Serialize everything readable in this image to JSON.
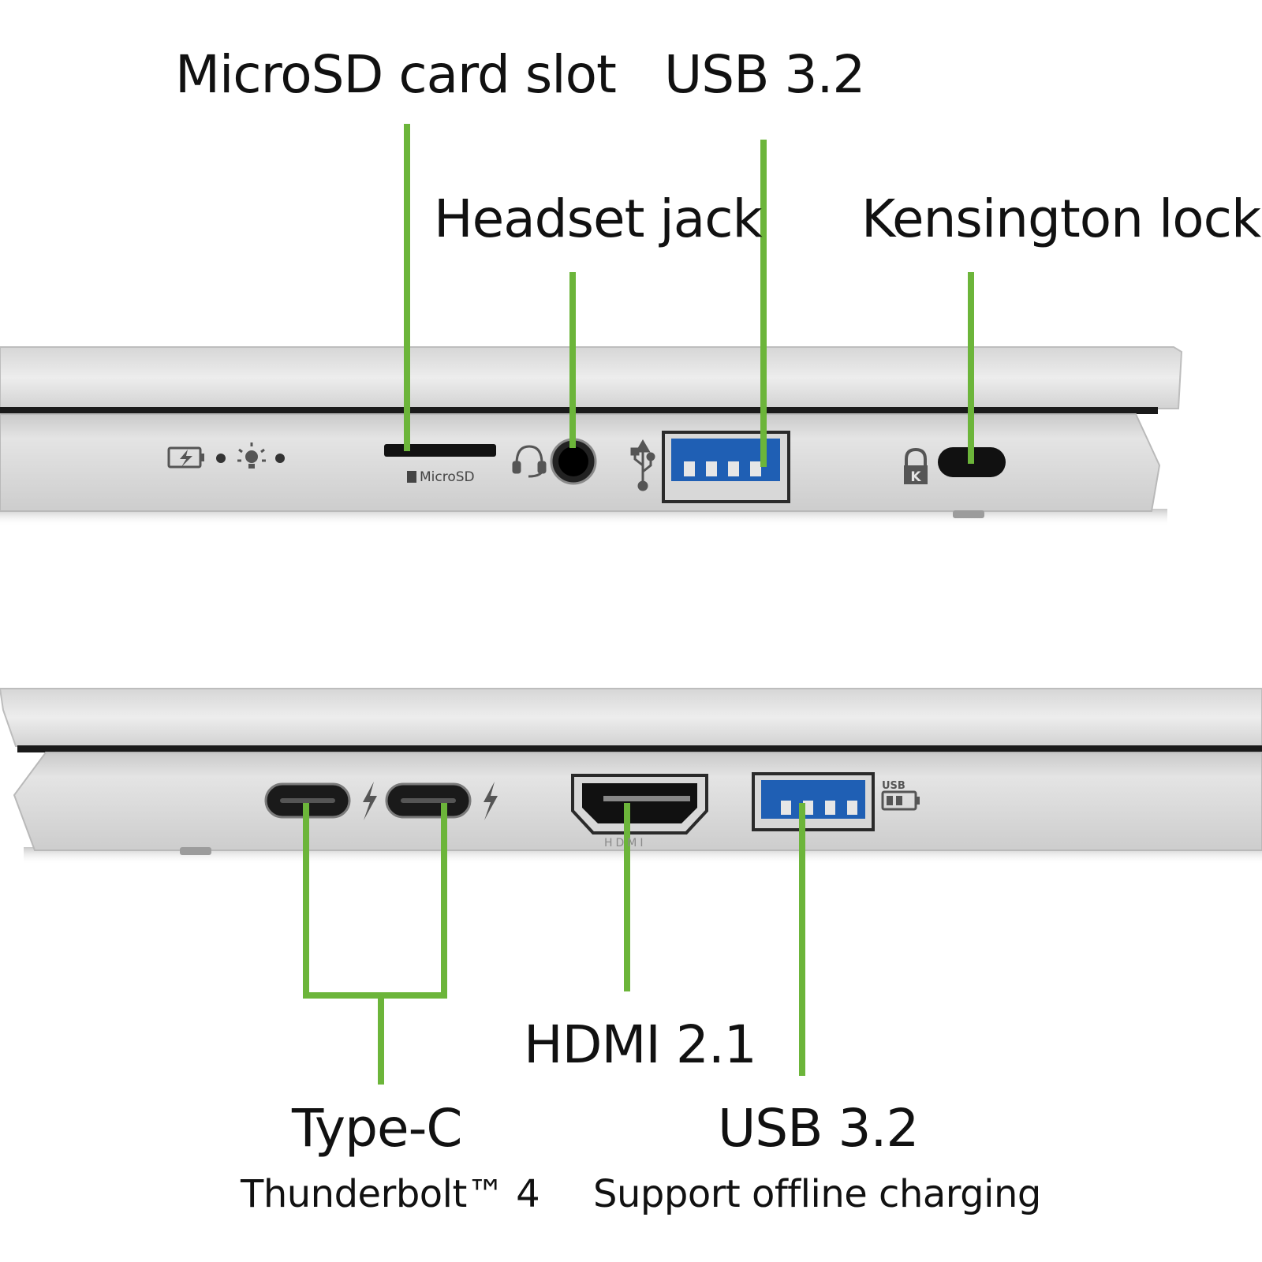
{
  "colors": {
    "leader": "#6cb53a",
    "chassis_light": "#e6e6e6",
    "chassis_mid": "#cfcfcf",
    "chassis_dark": "#a9a9a9",
    "port_black": "#111111",
    "usb_blue": "#1f5fb4"
  },
  "top_view": {
    "labels": {
      "microsd": "MicroSD card slot",
      "usb": "USB 3.2",
      "headset": "Headset jack",
      "kensington": "Kensington lock"
    },
    "engraved": {
      "microsd_text": "MicroSD"
    },
    "icons": [
      "battery-charge-icon",
      "power-led-icon",
      "headset-icon",
      "usb-trident-icon",
      "kensington-icon"
    ]
  },
  "bottom_view": {
    "labels": {
      "typec_title": "Type-C",
      "typec_sub": "Thunderbolt™ 4",
      "hdmi": "HDMI 2.1",
      "usb_title": "USB 3.2",
      "usb_sub": "Support offline charging"
    },
    "engraved": {
      "hdmi_text": "HDMI",
      "usb_badge": "USB"
    },
    "icons": [
      "thunderbolt-icon",
      "usb-charging-icon"
    ]
  }
}
